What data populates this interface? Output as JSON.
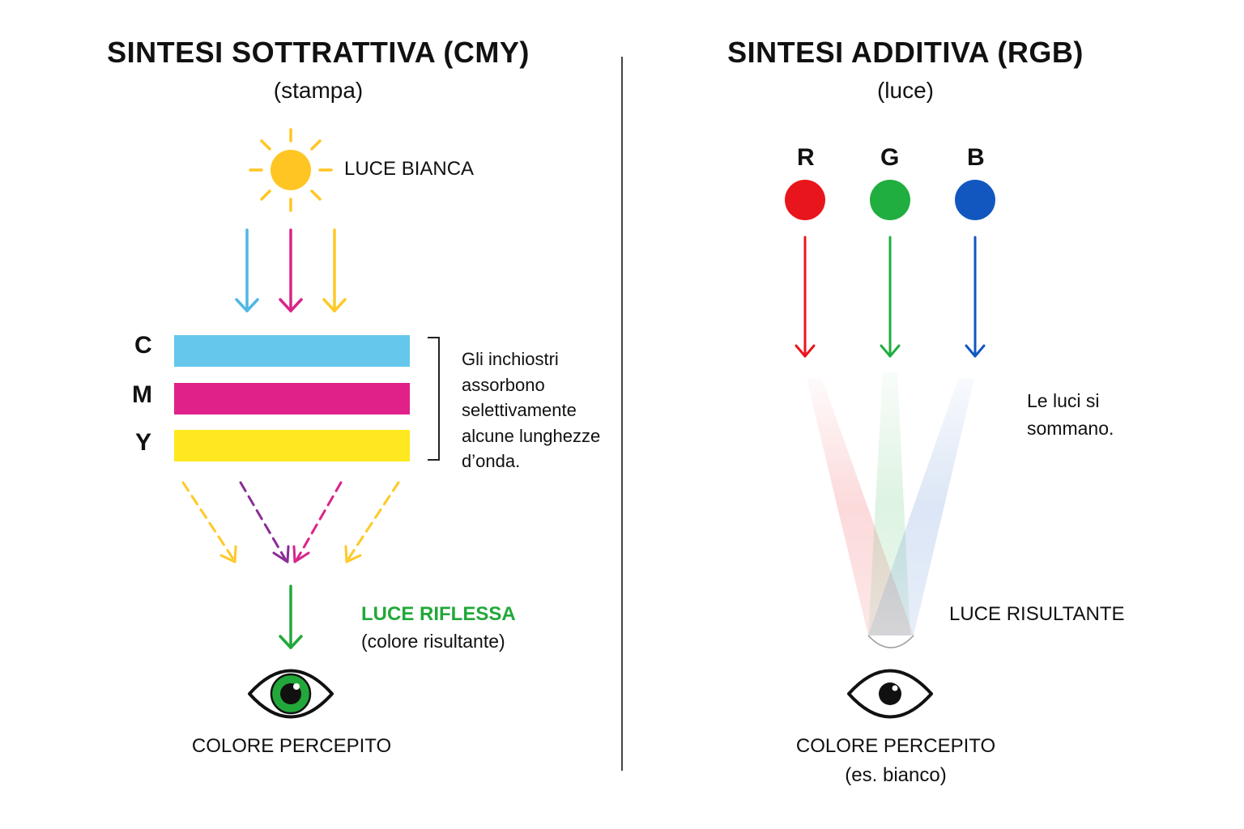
{
  "left": {
    "title": "SINTESI SOTTRATTIVA (CMY)",
    "subtitle": "(stampa)",
    "source_label": "LUCE BIANCA",
    "layers": [
      {
        "letter": "C",
        "color": "#64C7EB"
      },
      {
        "letter": "M",
        "color": "#E0218A"
      },
      {
        "letter": "Y",
        "color": "#FFE81F"
      }
    ],
    "bracket_text": [
      "Gli inchiostri",
      "assorbono",
      "selettivamente",
      "alcune lunghezze",
      "d’onda."
    ],
    "reflected_title": "LUCE RIFLESSA",
    "reflected_subtitle": "(colore risultante)",
    "perceived_label": "COLORE PERCEPITO",
    "colors": {
      "sun": "#FFC623",
      "cyan": "#4FB7E3",
      "magenta": "#D9248A",
      "yellow": "#FFC926",
      "purple": "#8A2D96",
      "green": "#22A83A"
    }
  },
  "right": {
    "title": "SINTESI ADDITIVA (RGB)",
    "subtitle": "(luce)",
    "sources": [
      {
        "letter": "R",
        "color": "#E8161C"
      },
      {
        "letter": "G",
        "color": "#1FAE3F"
      },
      {
        "letter": "B",
        "color": "#1257C0"
      }
    ],
    "sum_text": [
      "Le luci si",
      "sommano."
    ],
    "result_label": "LUCE RISULTANTE",
    "perceived_label": "COLORE PERCEPITO",
    "perceived_example": "(es. bianco)"
  }
}
